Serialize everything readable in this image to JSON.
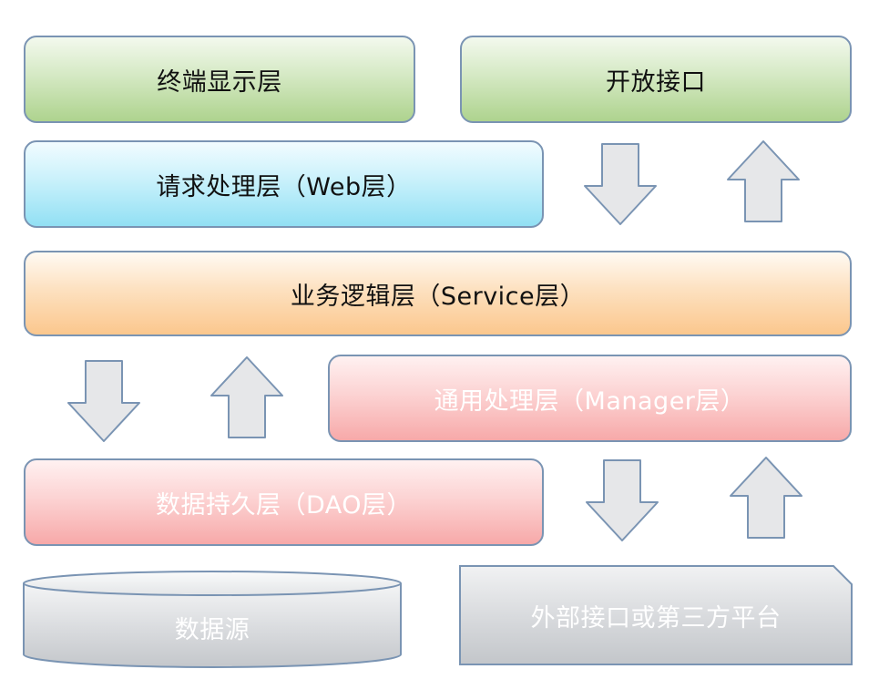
{
  "layers": {
    "terminal": "终端显示层",
    "open_api": "开放接口",
    "web": "请求处理层（Web层）",
    "service": "业务逻辑层（Service层）",
    "manager": "通用处理层（Manager层）",
    "dao": "数据持久层（DAO层）",
    "datasource": "数据源",
    "external": "外部接口或第三方平台"
  },
  "arrows": [
    {
      "id": "open-api-down",
      "direction": "down"
    },
    {
      "id": "open-api-up",
      "direction": "up"
    },
    {
      "id": "service-dao-down",
      "direction": "down"
    },
    {
      "id": "dao-service-up",
      "direction": "up"
    },
    {
      "id": "manager-external-down",
      "direction": "down"
    },
    {
      "id": "external-manager-up",
      "direction": "up"
    }
  ],
  "colors": {
    "border": "#7a94b3",
    "green": "#aed38e",
    "cyan": "#92e0f4",
    "orange": "#fbc78d",
    "pink": "#f7a9a9",
    "gray": "#d6d8db",
    "arrow_fill": "#e6e7e9",
    "arrow_stroke": "#7a94b3"
  }
}
